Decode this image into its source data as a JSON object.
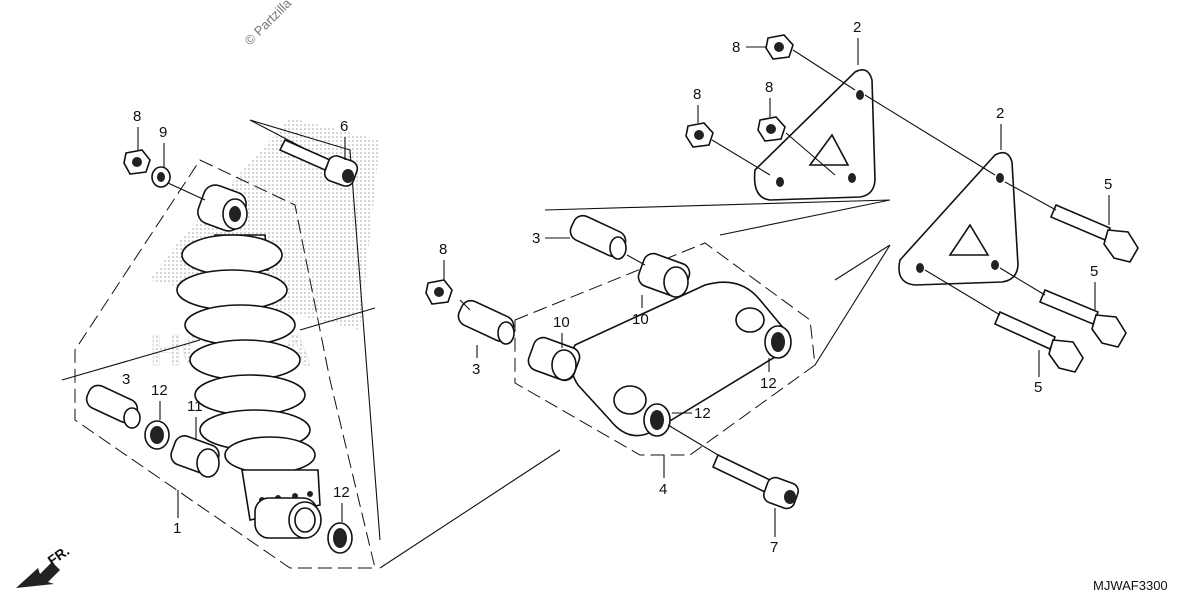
{
  "watermark": "© Partzilla",
  "diagram_code": "MJWAF3300",
  "direction_label": "FR.",
  "brand_watermark": "HONDA",
  "callouts": {
    "c1": "1",
    "c2a": "2",
    "c2b": "2",
    "c3a": "3",
    "c3b": "3",
    "c3c": "3",
    "c4": "4",
    "c5a": "5",
    "c5b": "5",
    "c5c": "5",
    "c6": "6",
    "c7": "7",
    "c8a": "8",
    "c8b": "8",
    "c8c": "8",
    "c8d": "8",
    "c8e": "8",
    "c9": "9",
    "c10a": "10",
    "c10b": "10",
    "c11": "11",
    "c12a": "12",
    "c12b": "12",
    "c12c": "12",
    "c12d": "12"
  }
}
